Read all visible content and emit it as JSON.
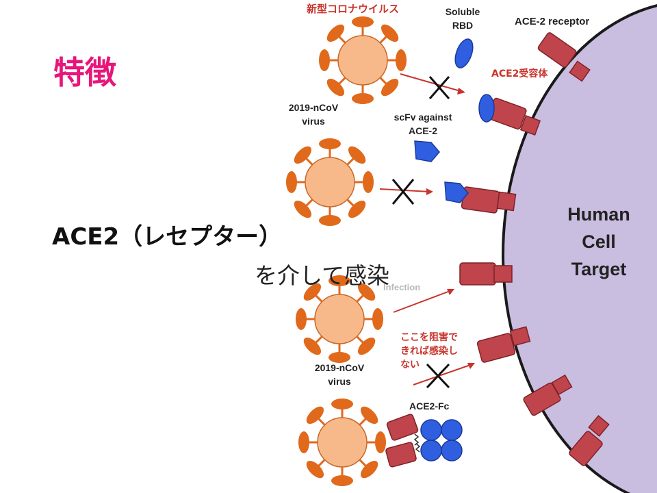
{
  "slide": {
    "title": "特徴",
    "subtitle": "ACE2（レセプター）",
    "caption": "を介して感染"
  },
  "diagram": {
    "virus_label_jp": "新型コロナウイルス",
    "virus_label_top": "2019-nCoV",
    "virus_label_top_2": "virus",
    "virus_label_bottom": "2019-nCoV",
    "virus_label_bottom_2": "virus",
    "soluble_rbd": "Soluble",
    "soluble_rbd_2": "RBD",
    "scfv": "scFv against",
    "scfv_2": "ACE-2",
    "ace2_receptor": "ACE-2 receptor",
    "ace2_receptor_jp": "ACE2受容体",
    "block_note_1": "ここを阻害で",
    "block_note_2": "きれば感染し",
    "block_note_3": "ない",
    "ace2_fc": "ACE2-Fc",
    "infection_partial": "Infection",
    "cell_1": "Human",
    "cell_2": "Cell",
    "cell_3": "Target"
  },
  "colors": {
    "title": "#e8157a",
    "virus_body": "#f7b98a",
    "virus_spike": "#e0691c",
    "cell": "#c9bde0",
    "receptor": "#c0444b",
    "antibody": "#2f5fe0",
    "arrow": "#c8342b"
  },
  "icons": [
    "virus-icon",
    "receptor-icon",
    "cross-icon",
    "arrow-icon"
  ]
}
